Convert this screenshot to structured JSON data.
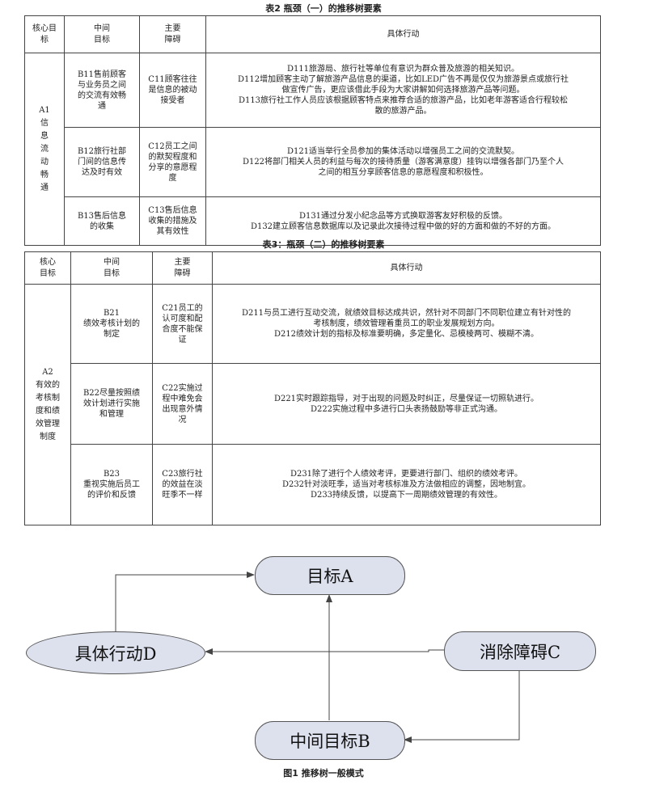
{
  "table2": {
    "caption": "表2  瓶颈（一）的推移树要素",
    "headers": {
      "core": "核心目\n标",
      "mid": "中间\n目标",
      "barrier": "主要\n障碍",
      "action": "具体行动"
    },
    "core": "A1\n信\n息\n流\n动\n畅\n通",
    "rows": [
      {
        "mid": "B11售前顾客\n与业务员之间\n的交流有效畅\n通",
        "barrier": "C11顾客往往\n是信息的被动\n接受者",
        "actions": [
          "D111旅游局、旅行社等单位有意识为群众普及旅游的相关知识。",
          "D112增加顾客主动了解旅游产品信息的渠道，比如LED广告不再是仅仅为旅游景点或旅行社",
          "做宣传广告，更应该借此手段为大家讲解如何选择旅游产品等问题。",
          "D113旅行社工作人员应该根据顾客特点来推荐合适的旅游产品，比如老年游客适合行程较松",
          "散的旅游产品。"
        ]
      },
      {
        "mid": "B12旅行社部\n门间的信息传\n达及时有效",
        "barrier": "C12员工之间\n的默契程度和\n分享的意愿程\n度",
        "actions": [
          "D121适当举行全员参加的集体活动以增强员工之间的交流默契。",
          "D122将部门相关人员的利益与每次的接待质量（游客满意度）挂钩以增强各部门乃至个人",
          "之间的相互分享顾客信息的意愿程度和积极性。"
        ]
      },
      {
        "mid": "B13售后信息\n的收集",
        "barrier": "C13售后信息\n收集的措施及\n其有效性",
        "actions": [
          "D131通过分发小纪念品等方式换取游客友好积极的反馈。",
          "D132建立顾客信息数据库以及记录此次接待过程中做的好的方面和做的不好的方面。"
        ]
      }
    ]
  },
  "table3": {
    "caption": "表3：瓶颈（二）的推移树要素",
    "headers": {
      "core": "核心\n目标",
      "mid": "中间\n目标",
      "barrier": "主要\n障碍",
      "action": "具体行动"
    },
    "core": "A2\n有效的\n考核制\n度和绩\n效管理\n制度",
    "rows": [
      {
        "mid": "B21\n绩效考核计划的\n制定",
        "barrier": "C21员工的\n认可度和配\n合度不能保\n证",
        "actions": [
          "D211与员工进行互动交流，就绩效目标达成共识，然针对不同部门不同职位建立有针对性的",
          "考核制度，绩效管理着重员工的职业发展规划方向。",
          "D212绩效计划的指标及标准要明确，多定量化、忌模棱两可、模糊不清。"
        ]
      },
      {
        "mid": "B22尽量按照绩\n效计划进行实施\n和管理",
        "barrier": "C22实施过\n程中难免会\n出现意外情\n况",
        "actions": [
          "D221实时跟踪指导，对于出现的问题及时纠正，尽量保证一切照轨进行。",
          "D222实施过程中多进行口头表扬鼓励等非正式沟通。"
        ]
      },
      {
        "mid": "B23\n重视实施后员工\n的评价和反馈",
        "barrier": "C23旅行社\n的效益在淡\n旺季不一样",
        "actions": [
          "D231除了进行个人绩效考评，更要进行部门、组织的绩效考评。",
          "D232针对淡旺季，适当对考核标准及方法做相应的调整，因地制宜。",
          "D233持续反馈，以提高下一周期绩效管理的有效性。"
        ]
      }
    ]
  },
  "figure": {
    "caption": "图1  推移树一般模式",
    "goal": "目标A",
    "action": "具体行动D",
    "remove": "消除障碍C",
    "mid": "中间目标B"
  }
}
